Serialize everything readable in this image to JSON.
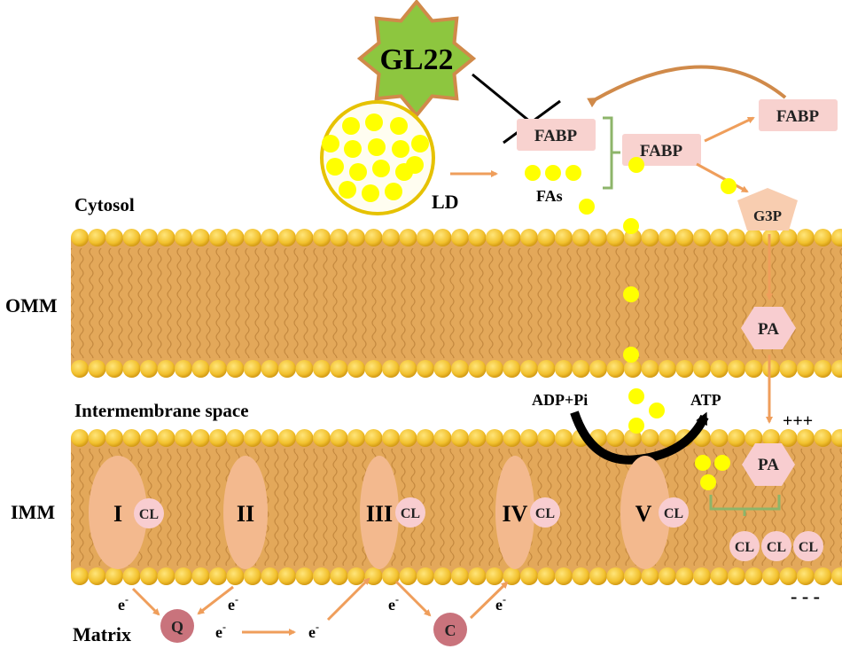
{
  "regions": {
    "cytosol": "Cytosol",
    "omm": "OMM",
    "intermembrane": "Intermembrane space",
    "imm": "IMM",
    "matrix": "Matrix"
  },
  "inhibitor": {
    "label": "GL22"
  },
  "lipid_droplet": {
    "label": "LD"
  },
  "fabp": {
    "bound": "FABP",
    "center": "FABP",
    "top": "FABP"
  },
  "fas_label": "FAs",
  "g3p": "G3P",
  "pa": {
    "omm": "PA",
    "imm": "PA"
  },
  "atp_synthesis": {
    "substrate": "ADP+Pi",
    "product": "ATP"
  },
  "charges": {
    "positive": "+++",
    "negative": "- - -"
  },
  "complexes": {
    "c1": "I",
    "c2": "II",
    "c3": "III",
    "c4": "IV",
    "c5": "V"
  },
  "cl_label": "CL",
  "carriers": {
    "q": "Q",
    "c": "C"
  },
  "electron": {
    "base": "e",
    "sup": "-"
  },
  "colors": {
    "membrane": "#e3a85a",
    "head": "#f2c12e",
    "complex": "#f3b98e",
    "cl_circle": "#f8cdd0",
    "fabp_box": "#f8d2cf",
    "carrier": "#c9737c",
    "fa": "#ffff00",
    "arrow": "#ef9e5b",
    "gl22": "#8dc63f"
  }
}
